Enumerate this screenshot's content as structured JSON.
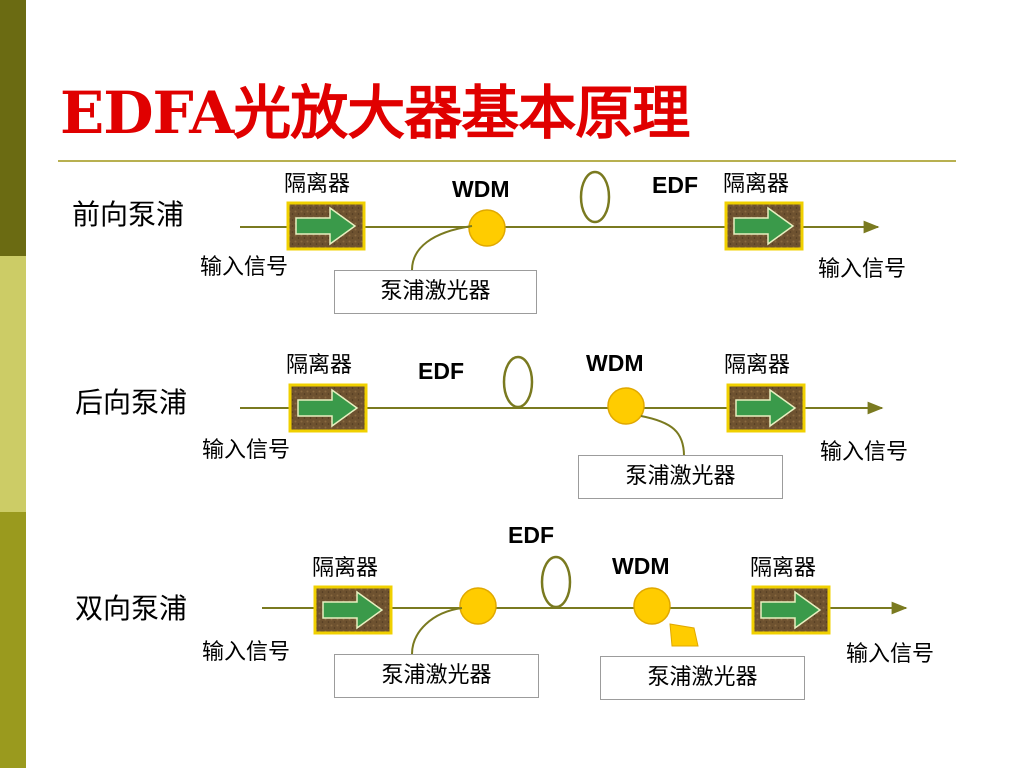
{
  "slide": {
    "title": "EDFA光放大器基本原理",
    "colors": {
      "title": "#e00000",
      "sidebar_dark": "#6b6b12",
      "sidebar_mid": "#9a9a1e",
      "sidebar_light": "#cccc66",
      "fiber": "#7a7a20",
      "wdm_fill": "#ffcc00",
      "isolator_border": "#f0d000",
      "isolator_body": "#6e5230",
      "arrow_fill": "#3a9a4a"
    },
    "icons": [
      "isolator-icon",
      "wdm-coupler-icon",
      "edf-fiber-coil-icon",
      "signal-arrow-icon"
    ]
  },
  "sections": [
    {
      "id": "forward",
      "name": "前向泵浦",
      "input_label": "输入信号",
      "output_label": "输入信号",
      "isolator_in_label": "隔离器",
      "isolator_out_label": "隔离器",
      "wdm_label": "WDM",
      "edf_label": "EDF",
      "pump_label": "泵浦激光器"
    },
    {
      "id": "backward",
      "name": "后向泵浦",
      "input_label": "输入信号",
      "output_label": "输入信号",
      "isolator_in_label": "隔离器",
      "isolator_out_label": "隔离器",
      "wdm_label": "WDM",
      "edf_label": "EDF",
      "pump_label": "泵浦激光器"
    },
    {
      "id": "bidirectional",
      "name": "双向泵浦",
      "input_label": "输入信号",
      "output_label": "输入信号",
      "isolator_in_label": "隔离器",
      "isolator_out_label": "隔离器",
      "wdm_label": "WDM",
      "edf_label": "EDF",
      "pump_label_1": "泵浦激光器",
      "pump_label_2": "泵浦激光器"
    }
  ]
}
